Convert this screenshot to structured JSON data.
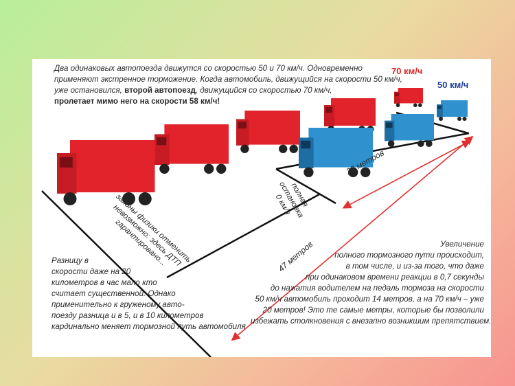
{
  "intro": {
    "line1": "Два одинаковых автопоезда движутся со скоростью 50 и 70 км/ч. Одновременно",
    "line2": "применяют экстренное торможение. Когда автомобиль, движущийся на скорости 50 км/ч,",
    "line3a": "уже остановился, ",
    "line3b": "второй автопоезд",
    "line3c": ", движущийся со скоростью 70 км/ч,",
    "line4": "пролетает мимо него на скорости 58 км/ч!"
  },
  "labels": {
    "speed_70": "70 км/ч",
    "speed_50": "50 км/ч",
    "stop_line1": "полная",
    "stop_line2": "остановка",
    "stop_line3": "0 км/ч",
    "laws_line1": "законы физики отменить",
    "laws_line2": "невозможно: здесь ДТП",
    "laws_line3": "гарантировано...",
    "dist_29": "29 метров",
    "dist_47": "47 метров"
  },
  "left_note": [
    "Разницу в",
    "скорости даже на 20",
    "километров в час мало кто",
    "считает существенной. Однако",
    "применительно к груженому авто-",
    "поезду  разница и в 5, и в 10 километров",
    "кардинально меняет тормозной путь автомобиля"
  ],
  "right_note": [
    "Увеличение",
    "полного тормозного пути происходит,",
    "в том числе, и из-за того,  что  даже",
    "при одинаковом времени реакции  в 0,7 секунды",
    "до нажатия водителем на педаль тормоза на скорости",
    "50 км/ч автомобиль проходит 14 метров, а на 70 км/ч – уже",
    "20 метров! Это те самые метры, которые бы позволили",
    "избежать столкновения с внезапно возникшим препятствием..."
  ],
  "colors": {
    "red_truck": "#e3232b",
    "blue_truck": "#2f92cf",
    "arrow": "#e03030",
    "road_line": "#111111",
    "speed_70": "#e02424",
    "speed_50": "#1e3e98"
  }
}
